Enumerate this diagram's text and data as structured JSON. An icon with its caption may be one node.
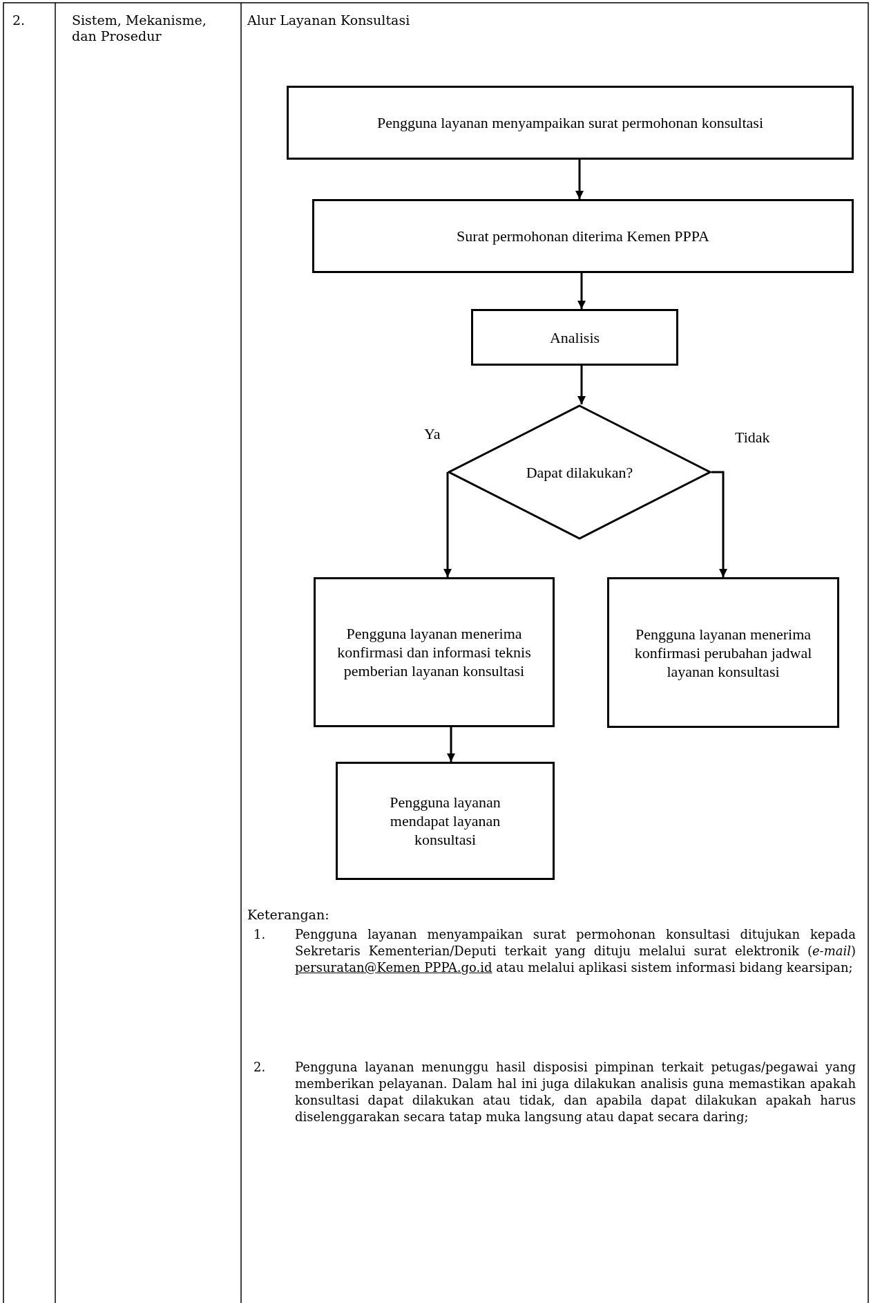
{
  "diagram": {
    "title": "Alur Layanan Konsultasi",
    "nodes": [
      {
        "text": [
          "Pengguna layanan menyampaikan surat permohonan konsultasi"
        ]
      },
      {
        "text": [
          "Surat permohonan diterima Kemen PPPA"
        ]
      },
      {
        "text": [
          "Analisis"
        ]
      },
      {
        "text": [
          "Dapat dilakukan?"
        ]
      },
      {
        "text": [
          "Pengguna layanan menerima konfirmasi dan informasi teknis pemberian layanan konsultasi"
        ]
      },
      {
        "text": [
          "Pengguna layanan menerima konfirmasi perubahan jadwal layanan konsultasi"
        ]
      },
      {
        "text": [
          "Pengguna layanan mendapat layanan konsultasi"
        ]
      }
    ],
    "edges": [
      {
        "from": 0,
        "to": 1,
        "arrow": "to"
      },
      {
        "from": 1,
        "to": 2,
        "arrow": "to"
      },
      {
        "from": 2,
        "to": 3,
        "arrow": "to"
      },
      {
        "from": 3,
        "to": 4,
        "arrow": "to",
        "label": "Ya"
      },
      {
        "from": 3,
        "to": 5,
        "arrow": "to",
        "label": "Tidak"
      },
      {
        "from": 4,
        "to": 6,
        "arrow": "to"
      }
    ],
    "labels": [
      "2.",
      "Sistem, Mekanisme, dan Prosedur",
      "Keterangan:",
      "1.",
      "Pengguna layanan menyampaikan surat permohonan konsultasi ditujukan kepada Sekretaris Kementerian/Deputi terkait yang dituju melalui surat elektronik (*e-mail*)",
      "persuratan@Kemen PPPA.go.id",
      "atau melalui aplikasi sistem informasi bidang kearsipan;",
      "2.",
      "Pengguna layanan menunggu hasil disposisi pimpinan terkait petugas/pegawai yang memberikan pelayanan. Dalam hal ini juga dilakukan analisis guna memastikan apakah konsultasi dapat dilakukan atau tidak, dan apabila dapat dilakukan apakah harus diselenggarakan secara tatap muka langsung atau dapat secara daring;"
    ]
  }
}
